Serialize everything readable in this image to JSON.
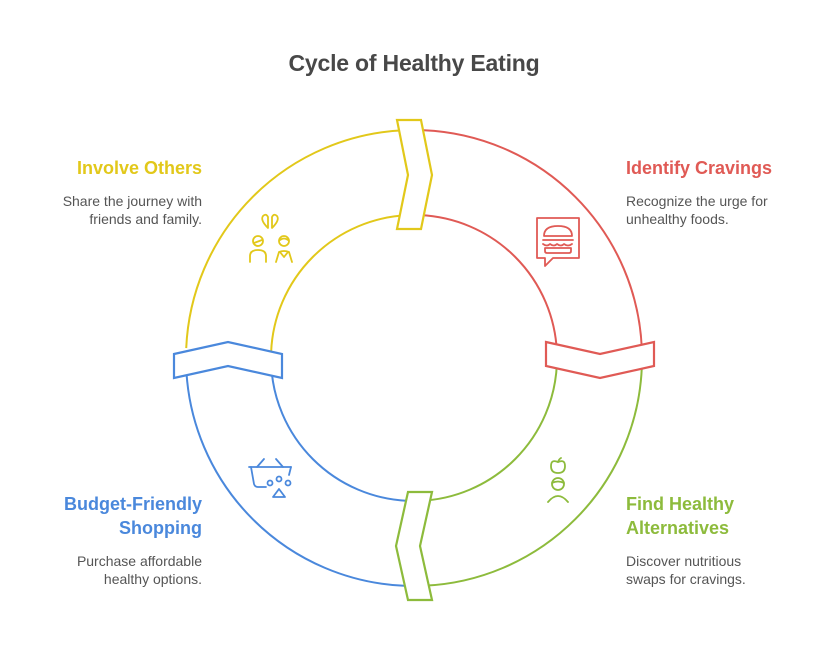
{
  "title": "Cycle of Healthy Eating",
  "colors": {
    "identify": "#E05A55",
    "find": "#8DBB3C",
    "budget": "#4A88DC",
    "involve": "#E2C81A",
    "text_dark": "#484848",
    "text_body": "#555555"
  },
  "steps": [
    {
      "id": "identify",
      "title": "Identify Cravings",
      "description_lines": [
        "Recognize the urge for",
        "unhealthy foods."
      ],
      "icon": "burger-speech-bubble-icon"
    },
    {
      "id": "find",
      "title_lines": [
        "Find Healthy",
        "Alternatives"
      ],
      "description_lines": [
        "Discover nutritious",
        "swaps for cravings."
      ],
      "icon": "apple-person-icon"
    },
    {
      "id": "budget",
      "title_lines": [
        "Budget-Friendly",
        "Shopping"
      ],
      "description_lines": [
        "Purchase affordable",
        "healthy options."
      ],
      "icon": "shopping-basket-icon"
    },
    {
      "id": "involve",
      "title": "Involve Others",
      "description_lines": [
        "Share the journey with",
        "friends and family."
      ],
      "icon": "two-people-heart-icon"
    }
  ]
}
